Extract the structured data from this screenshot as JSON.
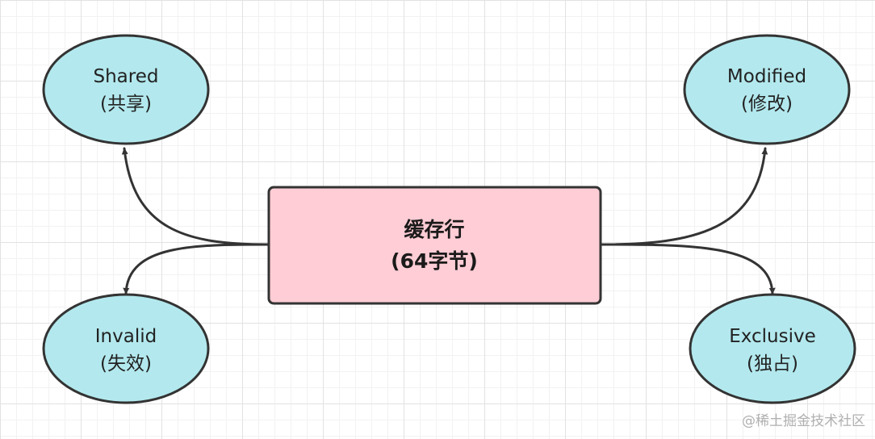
{
  "center": {
    "line1": "缓存行",
    "line2": "(64字节)"
  },
  "nodes": {
    "shared": {
      "line1": "Shared",
      "line2": "(共享)"
    },
    "modified": {
      "line1": "Modified",
      "line2": "(修改)"
    },
    "invalid": {
      "line1": "Invalid",
      "line2": "(失效)"
    },
    "exclusive": {
      "line1": "Exclusive",
      "line2": "(独占)"
    }
  },
  "colors": {
    "state_fill": "#b3e9ee",
    "center_fill": "#fecdd5",
    "stroke": "#333333"
  },
  "watermark": "@稀土掘金技术社区"
}
